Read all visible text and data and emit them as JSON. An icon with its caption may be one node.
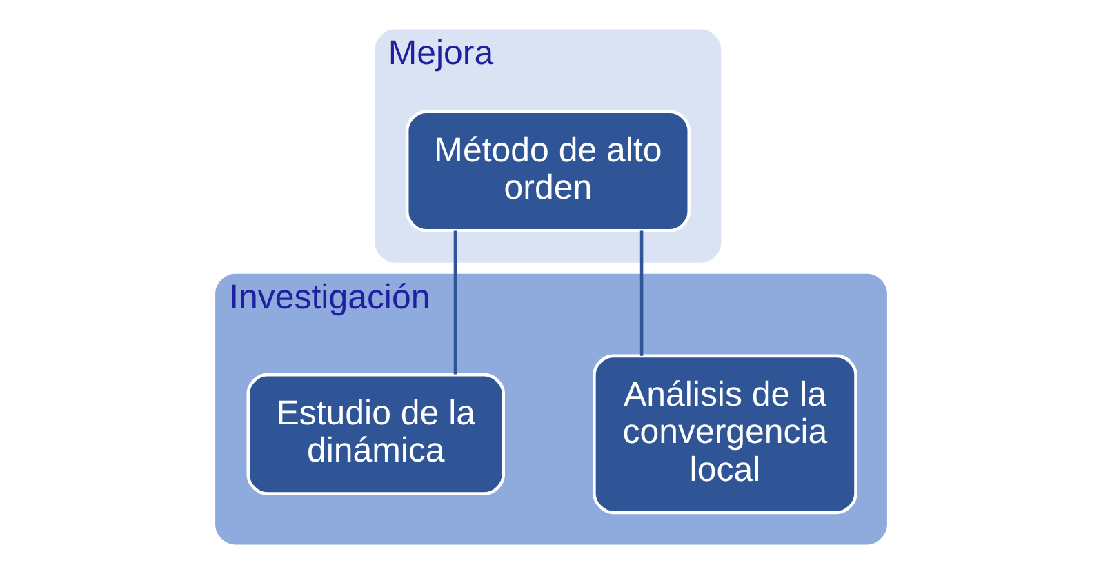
{
  "diagram": {
    "nodes": [
      {
        "text": [
          "Mejora"
        ]
      },
      {
        "text": [
          "Método de alto orden"
        ],
        "in": 0
      },
      {
        "text": [
          "Investigación"
        ]
      },
      {
        "text": [
          "Análisis de la convergencia local"
        ],
        "in": 2
      },
      {
        "text": [
          "Estudio de la dinámica"
        ],
        "in": 2
      }
    ],
    "edges": [
      {
        "from": 1,
        "to": 3,
        "arrow": "none"
      },
      {
        "from": 1,
        "to": 4,
        "arrow": "none"
      }
    ]
  }
}
